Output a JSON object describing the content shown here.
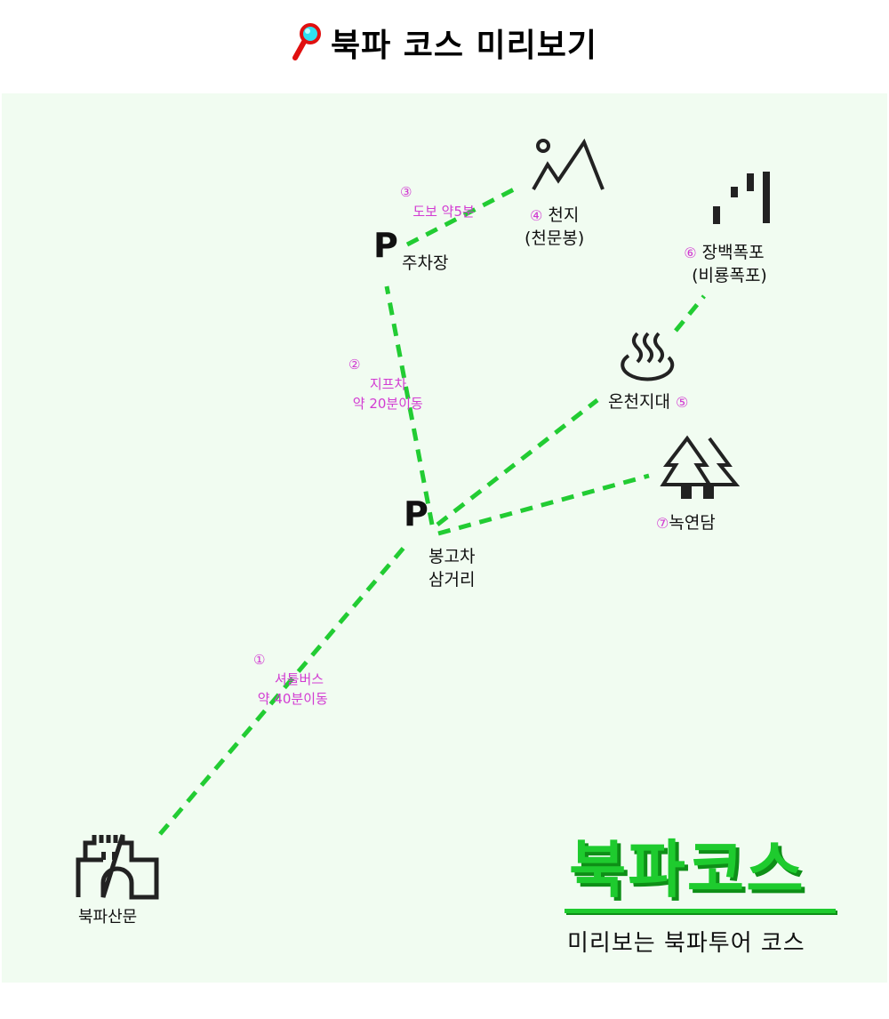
{
  "header": {
    "title": "북파 코스 미리보기",
    "icon": "magnifier-icon"
  },
  "places": {
    "gate": "북파산문",
    "bonggocha_1": "봉고차",
    "bonggocha_2": "삼거리",
    "parking": "주차장",
    "cheonji_num": "④",
    "cheonji_1": "천지",
    "cheonji_2": "(천문봉)",
    "waterfall_num": "⑥",
    "waterfall_1": "장백폭포",
    "waterfall_2": "(비룡폭포)",
    "hotspring": "온천지대",
    "hotspring_num": "⑤",
    "lake_num": "⑦",
    "lake": "녹연담",
    "parking_symbol": "P"
  },
  "steps": [
    {
      "num": "①",
      "line1": "셔틀버스",
      "line2": "약 40분이동"
    },
    {
      "num": "②",
      "line1": "지프차",
      "line2": "약 20분이동"
    },
    {
      "num": "③",
      "line1": "도보 약5분"
    }
  ],
  "brand": {
    "title": "북파코스",
    "subtitle": "미리보는 북파투어 코스"
  },
  "colors": {
    "route": "#22cc33",
    "step": "#d23bd2",
    "brand": "#1ecb2e"
  }
}
